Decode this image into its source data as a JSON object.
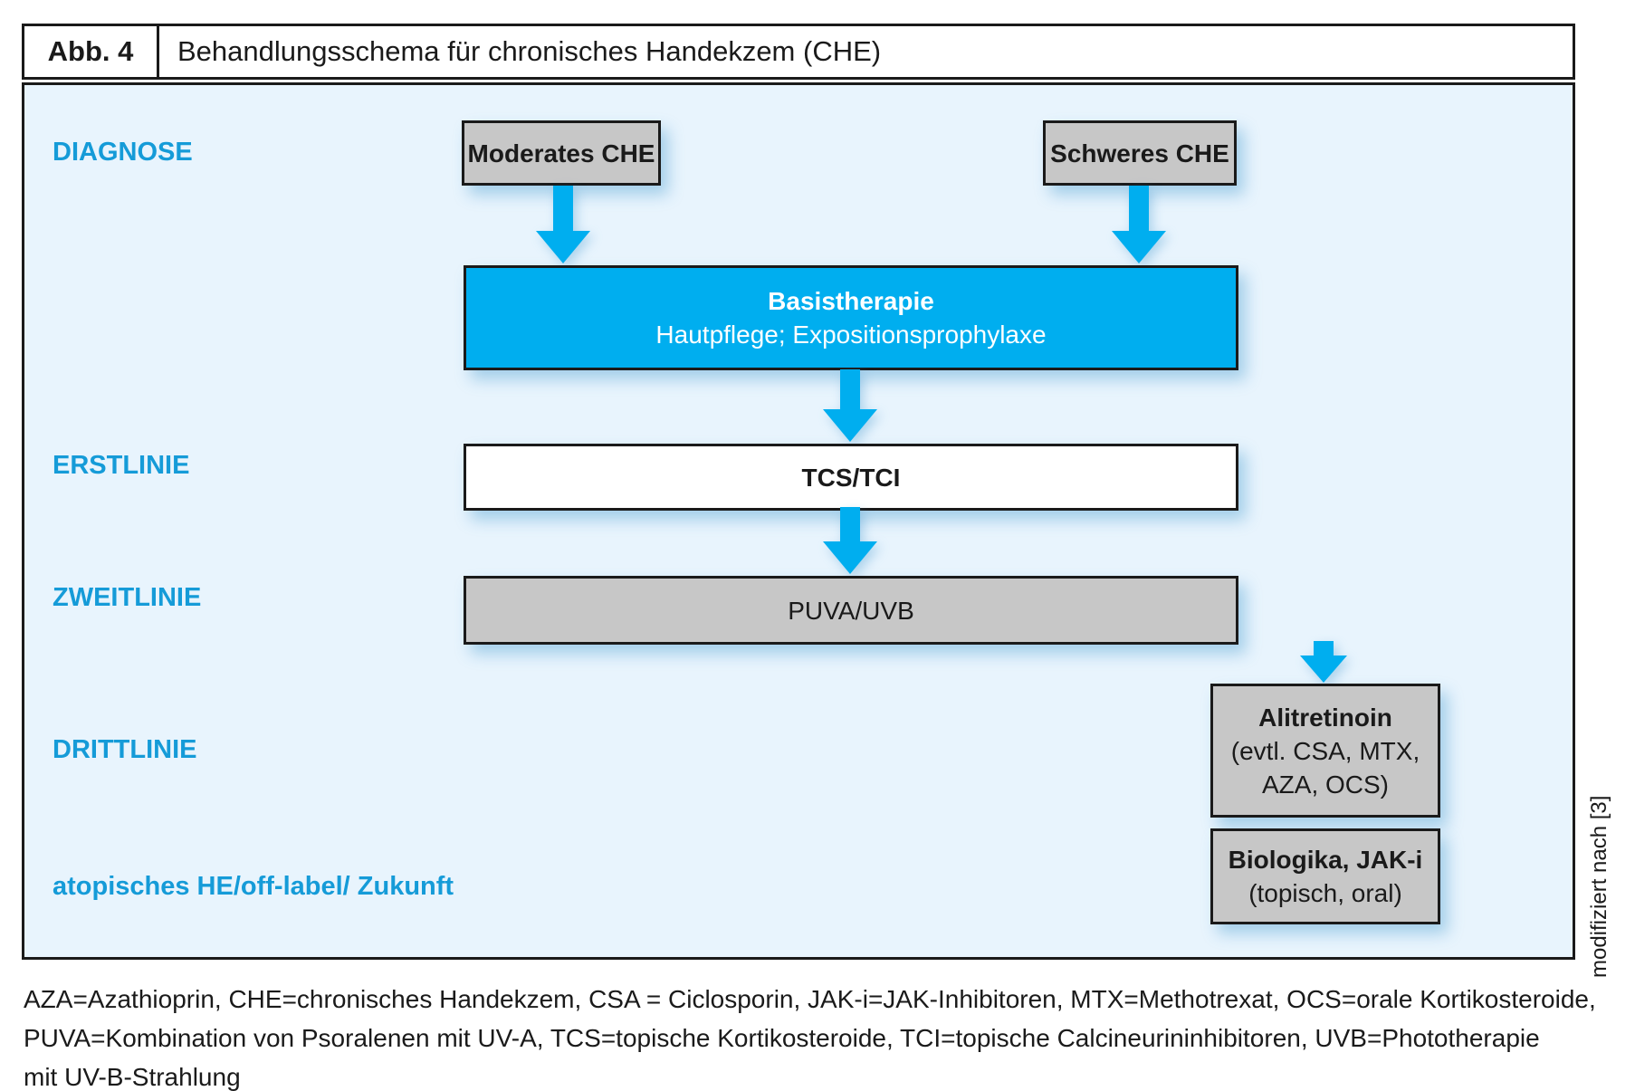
{
  "figure": {
    "label": "Abb. 4",
    "title": "Behandlungsschema für chronisches Handekzem (CHE)"
  },
  "colors": {
    "accent_blue": "#00aeef",
    "label_blue": "#159bd8",
    "panel_background": "#e8f4fd",
    "box_gray": "#c7c7c7",
    "border_dark": "#1a1a1a"
  },
  "row_labels": {
    "diagnose": "DIAGNOSE",
    "erstlinie": "ERSTLINIE",
    "zweitlinie": "ZWEITLINIE",
    "drittlinie": "DRITTLINIE",
    "atopisch": "atopisches HE/off-label/ Zukunft"
  },
  "nodes": {
    "moderates": "Moderates CHE",
    "schweres": "Schweres CHE",
    "basistherapie_title": "Basistherapie",
    "basistherapie_sub": "Hautpflege; Expositionsprophylaxe",
    "erstlinie_box": "TCS/TCI",
    "zweitlinie_box": "PUVA/UVB",
    "drittlinie_title": "Alitretinoin",
    "drittlinie_sub1": "(evtl. CSA, MTX,",
    "drittlinie_sub2": "AZA, OCS)",
    "atopisch_title": "Biologika, JAK-i",
    "atopisch_sub": "(topisch, oral)"
  },
  "side_note": "modifiziert nach [3]",
  "footnote_lines": [
    "AZA=Azathioprin, CHE=chronisches Handekzem, CSA = Ciclosporin, JAK-i=JAK-Inhibitoren, MTX=Methotrexat, OCS=orale Kortikosteroide,",
    "PUVA=Kombination von Psoralenen mit UV-A, TCS=topische Kortikosteroide, TCI=topische Calcineurininhibitoren, UVB=Phototherapie",
    "mit UV-B-Strahlung"
  ]
}
